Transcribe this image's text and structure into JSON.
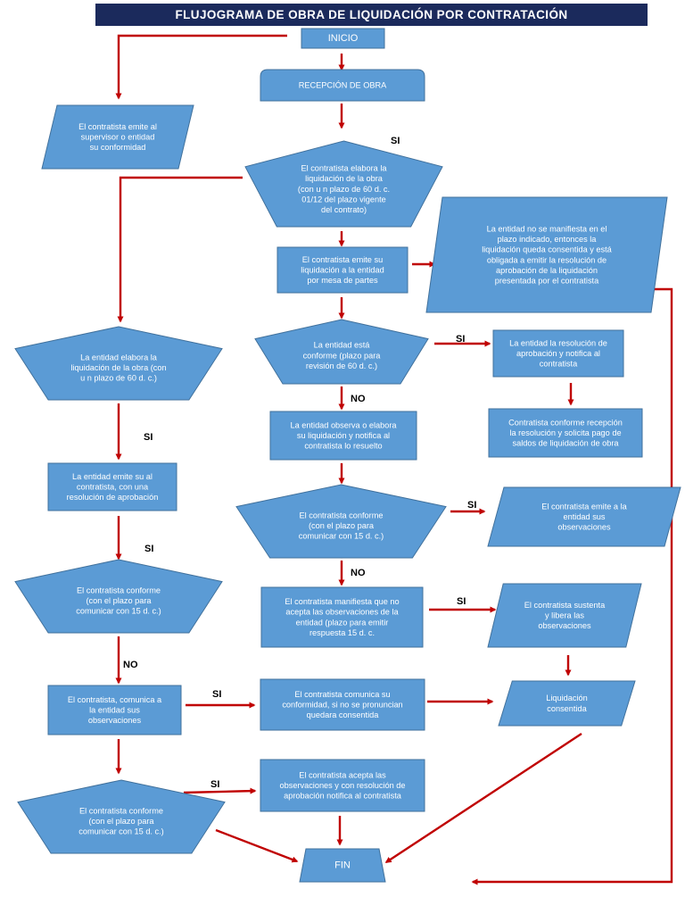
{
  "title": "FLUJOGRAMA DE OBRA DE LIQUIDACIÓN POR CONTRATACIÓN",
  "colors": {
    "node_fill": "#5b9bd5",
    "node_stroke": "#41719c",
    "arrow": "#c00000",
    "title_bg": "#1b2a5c"
  },
  "nodes": [
    {
      "id": "inicio",
      "lines": [
        "INICIO"
      ]
    },
    {
      "id": "recepcion",
      "lines": [
        "RECEPCIÓN DE OBRA"
      ]
    },
    {
      "id": "supervisor",
      "lines": [
        "El contratista emite al",
        "supervisor o entidad",
        "su conformidad"
      ]
    },
    {
      "id": "elabora",
      "lines": [
        "El contratista elabora la",
        "liquidación de la obra",
        "(con u n plazo de 60 d. c.",
        "01/12 del plazo vigente",
        "del contrato)"
      ]
    },
    {
      "id": "emite-mesa",
      "lines": [
        "El contratista emite su",
        "liquidación a la entidad",
        "por mesa de partes"
      ]
    },
    {
      "id": "no-manifiesta",
      "lines": [
        "La entidad no se manifiesta en el",
        "plazo indicado, entonces la",
        "liquidación queda consentida y está",
        "obligada a emitir la resolución de",
        "aprobación de la liquidación",
        "presentada por el contratista"
      ]
    },
    {
      "id": "entidad-elabora",
      "lines": [
        "La entidad elabora la",
        "liquidación de la obra (con",
        "u n plazo de 60 d. c.)"
      ]
    },
    {
      "id": "entidad-conforme",
      "lines": [
        "La entidad está",
        "conforme (plazo para",
        "revisión de 60 d. c.)"
      ]
    },
    {
      "id": "resolucion",
      "lines": [
        "La entidad la resolución de",
        "aprobación y notifica al",
        "contratista"
      ]
    },
    {
      "id": "observa",
      "lines": [
        "La entidad observa o elabora",
        "su liquidación y notifica al",
        "contratista lo resuelto"
      ]
    },
    {
      "id": "conforme-recepcion",
      "lines": [
        "Contratista conforme recepción",
        "la resolución y solicita pago de",
        "saldos de liquidación de obra"
      ]
    },
    {
      "id": "emite-aprobacion",
      "lines": [
        "La entidad emite su al",
        "contratista, con una",
        "resolución de aprobación"
      ]
    },
    {
      "id": "conforme-15-center",
      "lines": [
        "El contratista conforme",
        "(con el plazo para",
        "comunicar con 15 d. c.)"
      ]
    },
    {
      "id": "emite-observaciones",
      "lines": [
        "El contratista emite a la",
        "entidad sus",
        "observaciones"
      ]
    },
    {
      "id": "conforme-15-left",
      "lines": [
        "El contratista conforme",
        "(con el plazo para",
        "comunicar con 15 d. c.)"
      ]
    },
    {
      "id": "manifiesta-no-acepta",
      "lines": [
        "El contratista manifiesta que no",
        "acepta las observaciones de la",
        "entidad (plazo para emitir",
        "respuesta 15 d. c."
      ]
    },
    {
      "id": "sustenta",
      "lines": [
        "El contratista sustenta",
        "y libera las",
        "observaciones"
      ]
    },
    {
      "id": "comunica-observaciones",
      "lines": [
        "El contratista, comunica a",
        "la entidad sus",
        "observaciones"
      ]
    },
    {
      "id": "comunica-conformidad",
      "lines": [
        "El contratista comunica su",
        "conformidad, si no se pronuncian",
        "quedara consentida"
      ]
    },
    {
      "id": "liquidacion-consentida",
      "lines": [
        "Liquidación",
        "consentida"
      ]
    },
    {
      "id": "conforme-15-bottom",
      "lines": [
        "El contratista conforme",
        "(con el plazo para",
        "comunicar con 15 d. c.)"
      ]
    },
    {
      "id": "acepta",
      "lines": [
        "El contratista acepta las",
        "observaciones y con resolución de",
        "aprobación notifica al contratista"
      ]
    },
    {
      "id": "fin",
      "lines": [
        "FIN"
      ]
    }
  ],
  "edge_labels": [
    {
      "id": "si-1",
      "text": "SI"
    },
    {
      "id": "si-2",
      "text": "SI"
    },
    {
      "id": "no-1",
      "text": "NO"
    },
    {
      "id": "si-3",
      "text": "SI"
    },
    {
      "id": "si-4",
      "text": "SI"
    },
    {
      "id": "si-5",
      "text": "SI"
    },
    {
      "id": "no-2",
      "text": "NO"
    },
    {
      "id": "si-6",
      "text": "SI"
    },
    {
      "id": "no-3",
      "text": "NO"
    },
    {
      "id": "si-7",
      "text": "SI"
    },
    {
      "id": "si-8",
      "text": "SI"
    }
  ]
}
